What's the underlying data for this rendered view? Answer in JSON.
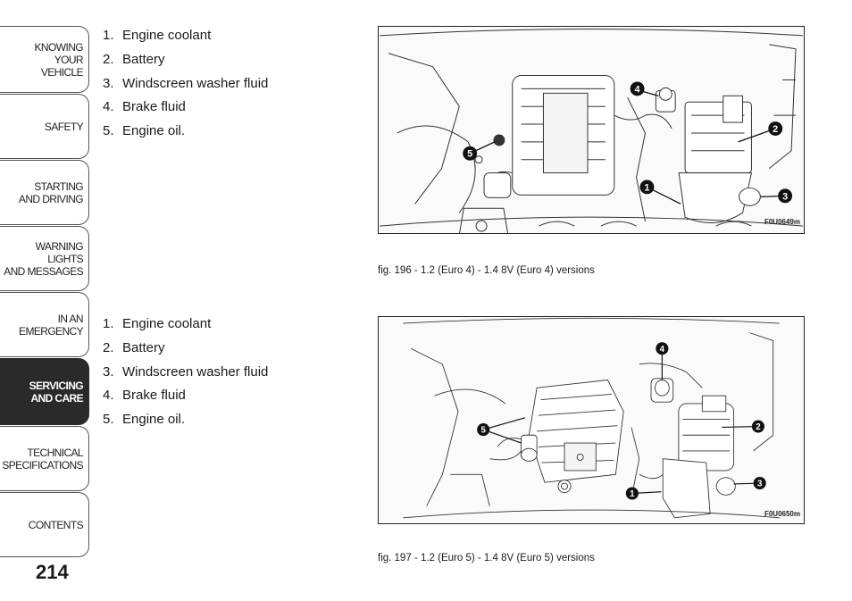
{
  "sidebar": {
    "tabs": [
      {
        "label": "KNOWING\nYOUR\nVEHICLE",
        "active": false
      },
      {
        "label": "SAFETY",
        "active": false
      },
      {
        "label": "STARTING\nAND DRIVING",
        "active": false
      },
      {
        "label": "WARNING LIGHTS\nAND MESSAGES",
        "active": false
      },
      {
        "label": "IN AN\nEMERGENCY",
        "active": false
      },
      {
        "label": "SERVICING\nAND CARE",
        "active": true
      },
      {
        "label": "TECHNICAL\nSPECIFICATIONS",
        "active": false
      },
      {
        "label": "CONTENTS",
        "active": false
      }
    ]
  },
  "page_number": "214",
  "section1": {
    "items": [
      {
        "num": "1.",
        "text": "Engine coolant"
      },
      {
        "num": "2.",
        "text": "Battery"
      },
      {
        "num": "3.",
        "text": "Windscreen washer fluid"
      },
      {
        "num": "4.",
        "text": "Brake fluid"
      },
      {
        "num": "5.",
        "text": "Engine oil."
      }
    ],
    "figure_code": "F0U0649m",
    "caption": "fig. 196 - 1.2 (Euro 4) - 1.4 8V (Euro 4) versions",
    "callouts": [
      "1",
      "2",
      "3",
      "4",
      "5"
    ]
  },
  "section2": {
    "items": [
      {
        "num": "1.",
        "text": "Engine coolant"
      },
      {
        "num": "2.",
        "text": "Battery"
      },
      {
        "num": "3.",
        "text": "Windscreen washer fluid"
      },
      {
        "num": "4.",
        "text": "Brake fluid"
      },
      {
        "num": "5.",
        "text": "Engine oil."
      }
    ],
    "figure_code": "F0U0650m",
    "caption": "fig. 197 - 1.2 (Euro 5) - 1.4 8V (Euro 5) versions",
    "callouts": [
      "1",
      "2",
      "3",
      "4",
      "5"
    ]
  }
}
